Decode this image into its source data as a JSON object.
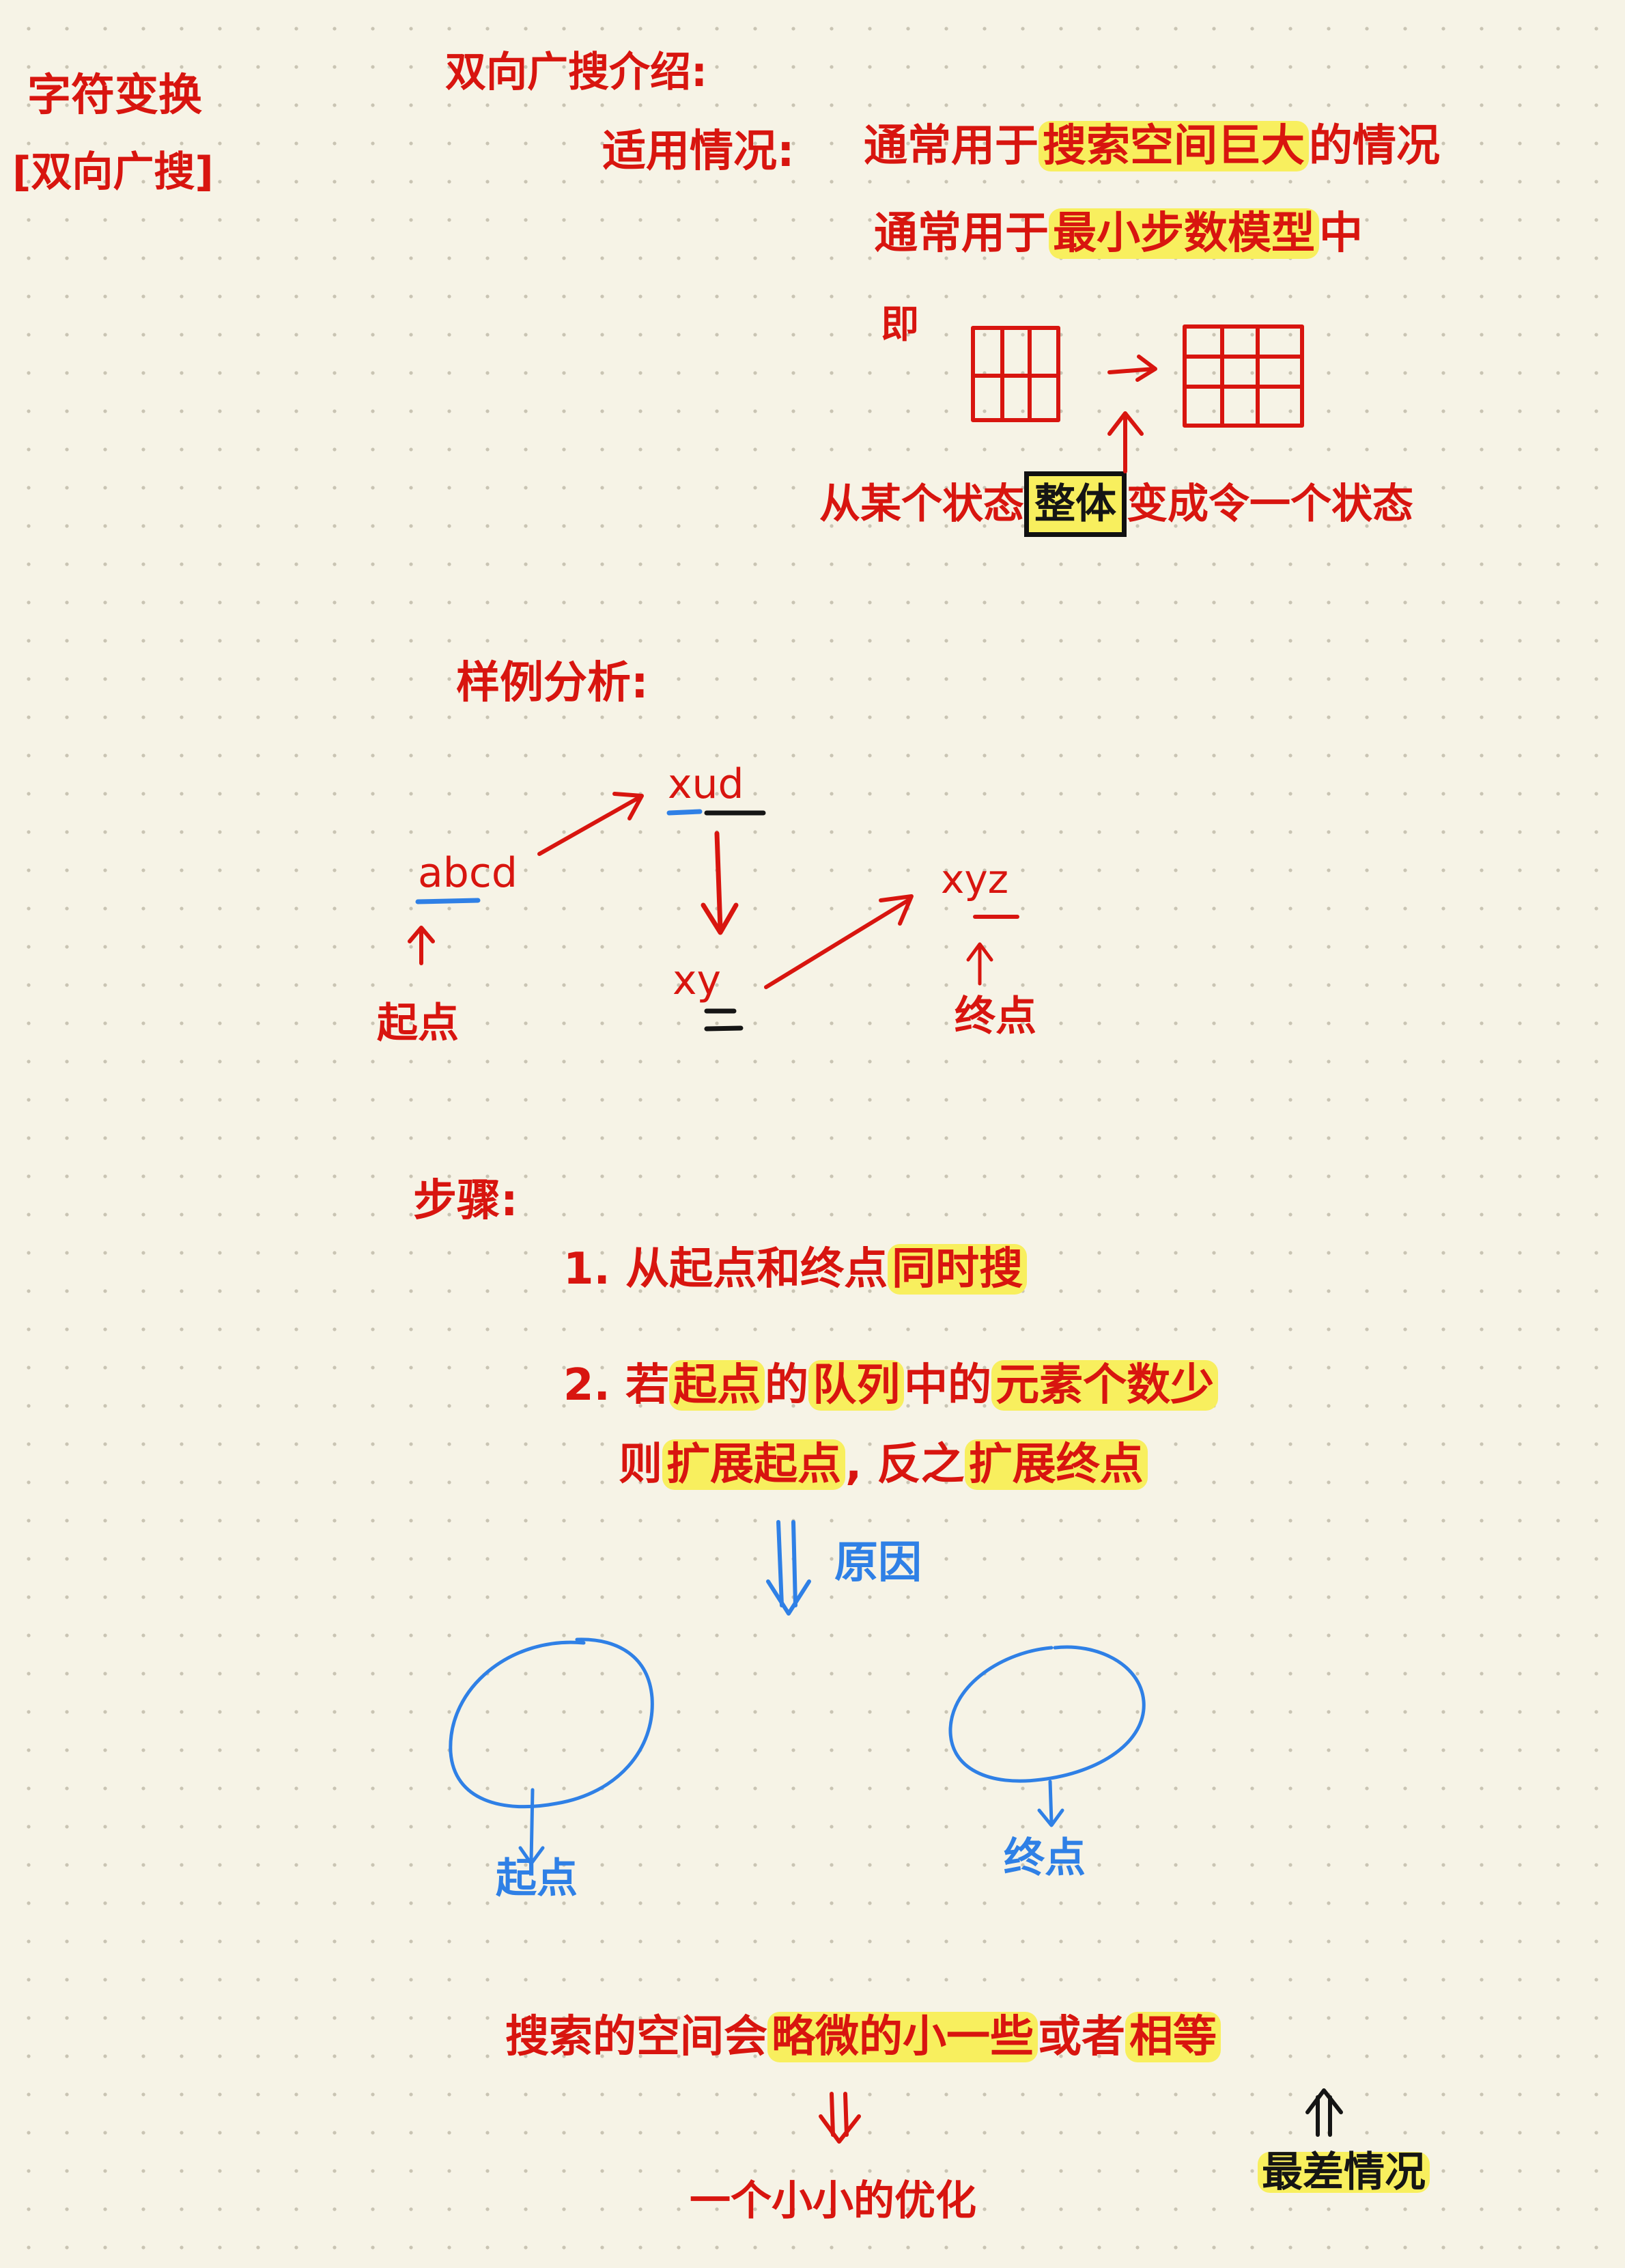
{
  "page": {
    "title_line1": "字符变换",
    "title_line2": "[双向广搜]"
  },
  "intro": {
    "heading": "双向广搜介绍:",
    "usage_label": "适用情况:",
    "line1_a": "通常用于",
    "line1_hl": "搜索空间巨大",
    "line1_b": "的情况",
    "line2_a": "通常用于",
    "line2_hl": "最小步数模型",
    "line2_b": "中",
    "ji": "即",
    "state_a": "从某个状态",
    "state_boxed": "整体",
    "state_b": "变成令一个状态"
  },
  "example": {
    "heading": "样例分析:",
    "nodes": {
      "start": "abcd",
      "mid1": "xud",
      "mid2": "xy",
      "end": "xyz"
    },
    "start_label": "起点",
    "end_label": "终点"
  },
  "steps": {
    "heading": "步骤:",
    "step1_a": "1. 从起点和终点",
    "step1_hl": "同时搜",
    "step2_num": "2. 若",
    "step2_hl1": "起点",
    "step2_b": "的",
    "step2_hl2": "队列",
    "step2_c": "中的",
    "step2_hl3": "元素个数少",
    "step3_a": "则",
    "step3_hl1": "扩展起点",
    "step3_b": ", 反之",
    "step3_hl2": "扩展终点",
    "reason": "原因"
  },
  "circles": {
    "start_label": "起点",
    "end_label": "终点"
  },
  "conclusion": {
    "text_a": "搜索的空间会",
    "text_hl1": "略微的小一些",
    "text_b": "或者",
    "text_hl2": "相等",
    "optimization": "一个小小的优化",
    "worst_case": "最差情况"
  },
  "colors": {
    "red_ink": "#d8150f",
    "blue_ink": "#2f80e6",
    "highlight": "#f8ef5e",
    "paper": "#f6f3e6",
    "dot_grid": "#c9c4b3"
  }
}
